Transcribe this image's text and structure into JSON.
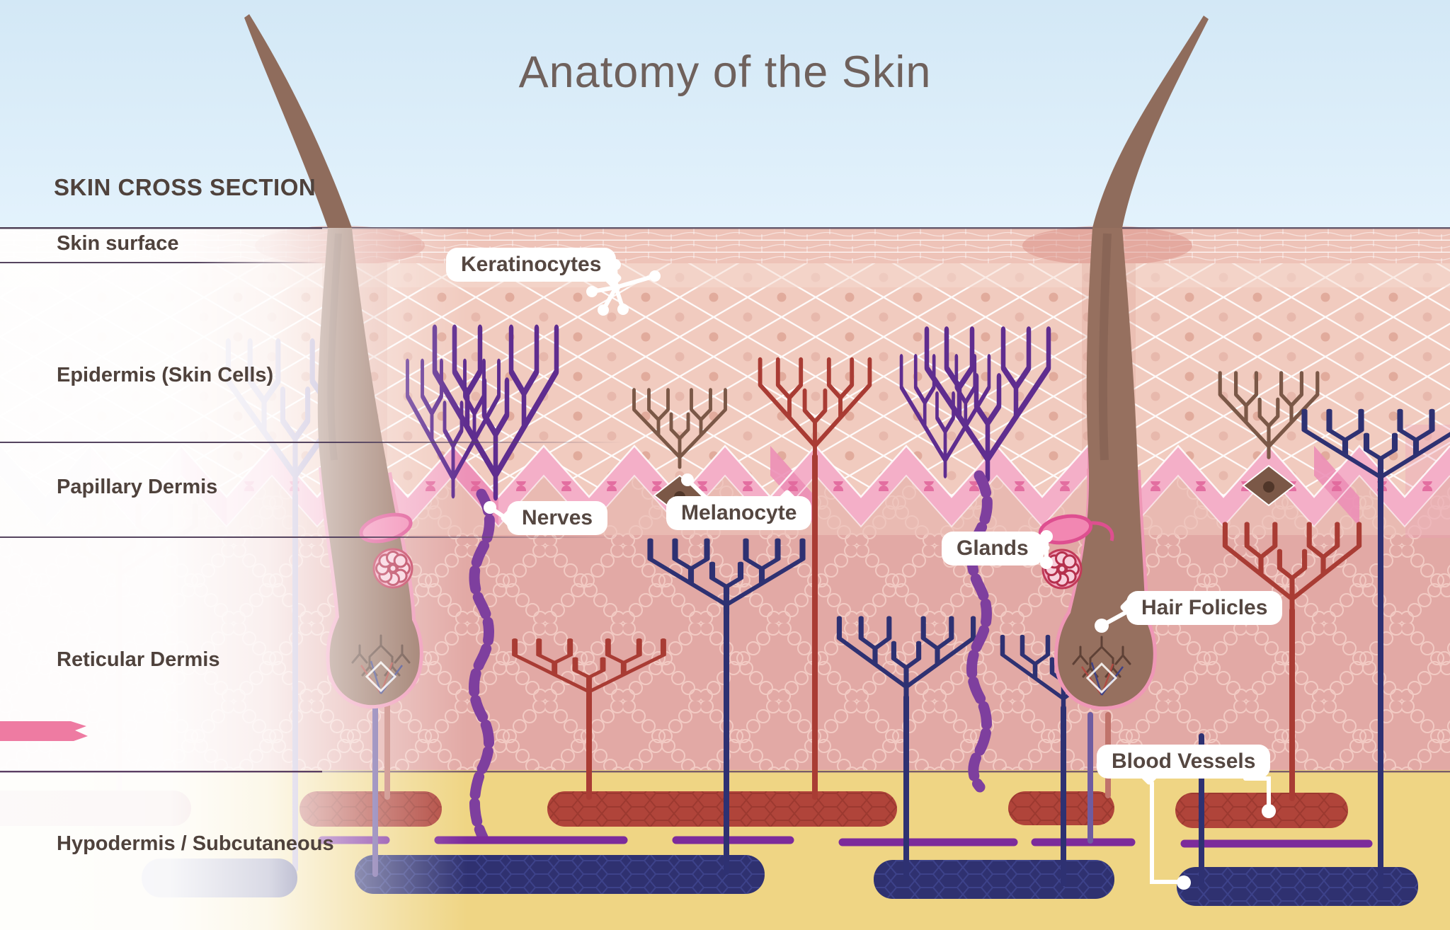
{
  "title": "Anatomy of the Skin",
  "section_heading": "SKIN CROSS SECTION",
  "layers": {
    "items": [
      {
        "label": "Skin surface"
      },
      {
        "label": "Epidermis (Skin Cells)"
      },
      {
        "label": "Papillary Dermis"
      },
      {
        "label": "Reticular Dermis"
      },
      {
        "label": "Hypodermis / Subcutaneous"
      }
    ]
  },
  "callouts": {
    "keratinocytes": {
      "label": "Keratinocytes"
    },
    "nerves": {
      "label": "Nerves"
    },
    "melanocyte": {
      "label": "Melanocyte"
    },
    "glands": {
      "label": "Glands"
    },
    "hair_folicles": {
      "label": "Hair Folicles"
    },
    "blood_vessels": {
      "label": "Blood Vessels"
    }
  },
  "colors": {
    "sky_top": "#d3e8f6",
    "sky_bottom": "#e3f2fc",
    "title_text": "#6f615c",
    "label_text": "#4f423c",
    "callout_text": "#554741",
    "callout_bg": "#ffffff",
    "corneum": "#eec3b8",
    "epidermis": "#f1cbbf",
    "cell_line": "#ffffff",
    "cell_dot": "#dda294",
    "basal_pink": "#f4afc8",
    "basal_cell_dark": "#ec8fb6",
    "basal_dot": "#e2679c",
    "papillary": "#e9bab2",
    "reticular": "#e2a9a5",
    "coil": "#f6d2cb",
    "hypodermis": "#efd584",
    "hair": "#8f6c5c",
    "follicle": "#96705f",
    "follicle_outline": "#ef97b6",
    "bulb": "#a3806f",
    "nerve_purple": "#5f2d8f",
    "nerve_wavy": "#7e3f9e",
    "nerve_navy": "#2e3172",
    "capillary_red": "#a93c34",
    "vessel_red": "#b0443a",
    "vessel_red_mesh": "#8c2f28",
    "vessel_blue": "#2f3170",
    "vessel_blue_mesh": "#4a52a2",
    "nerve_line": "#7c2b9b",
    "gland_pink": "#f287b2",
    "gland_rim": "#de4f90",
    "boundary_line": "#4a3c52",
    "melanocyte_brown": "#7b5847",
    "arrector_pink": "#ee7ba2"
  }
}
